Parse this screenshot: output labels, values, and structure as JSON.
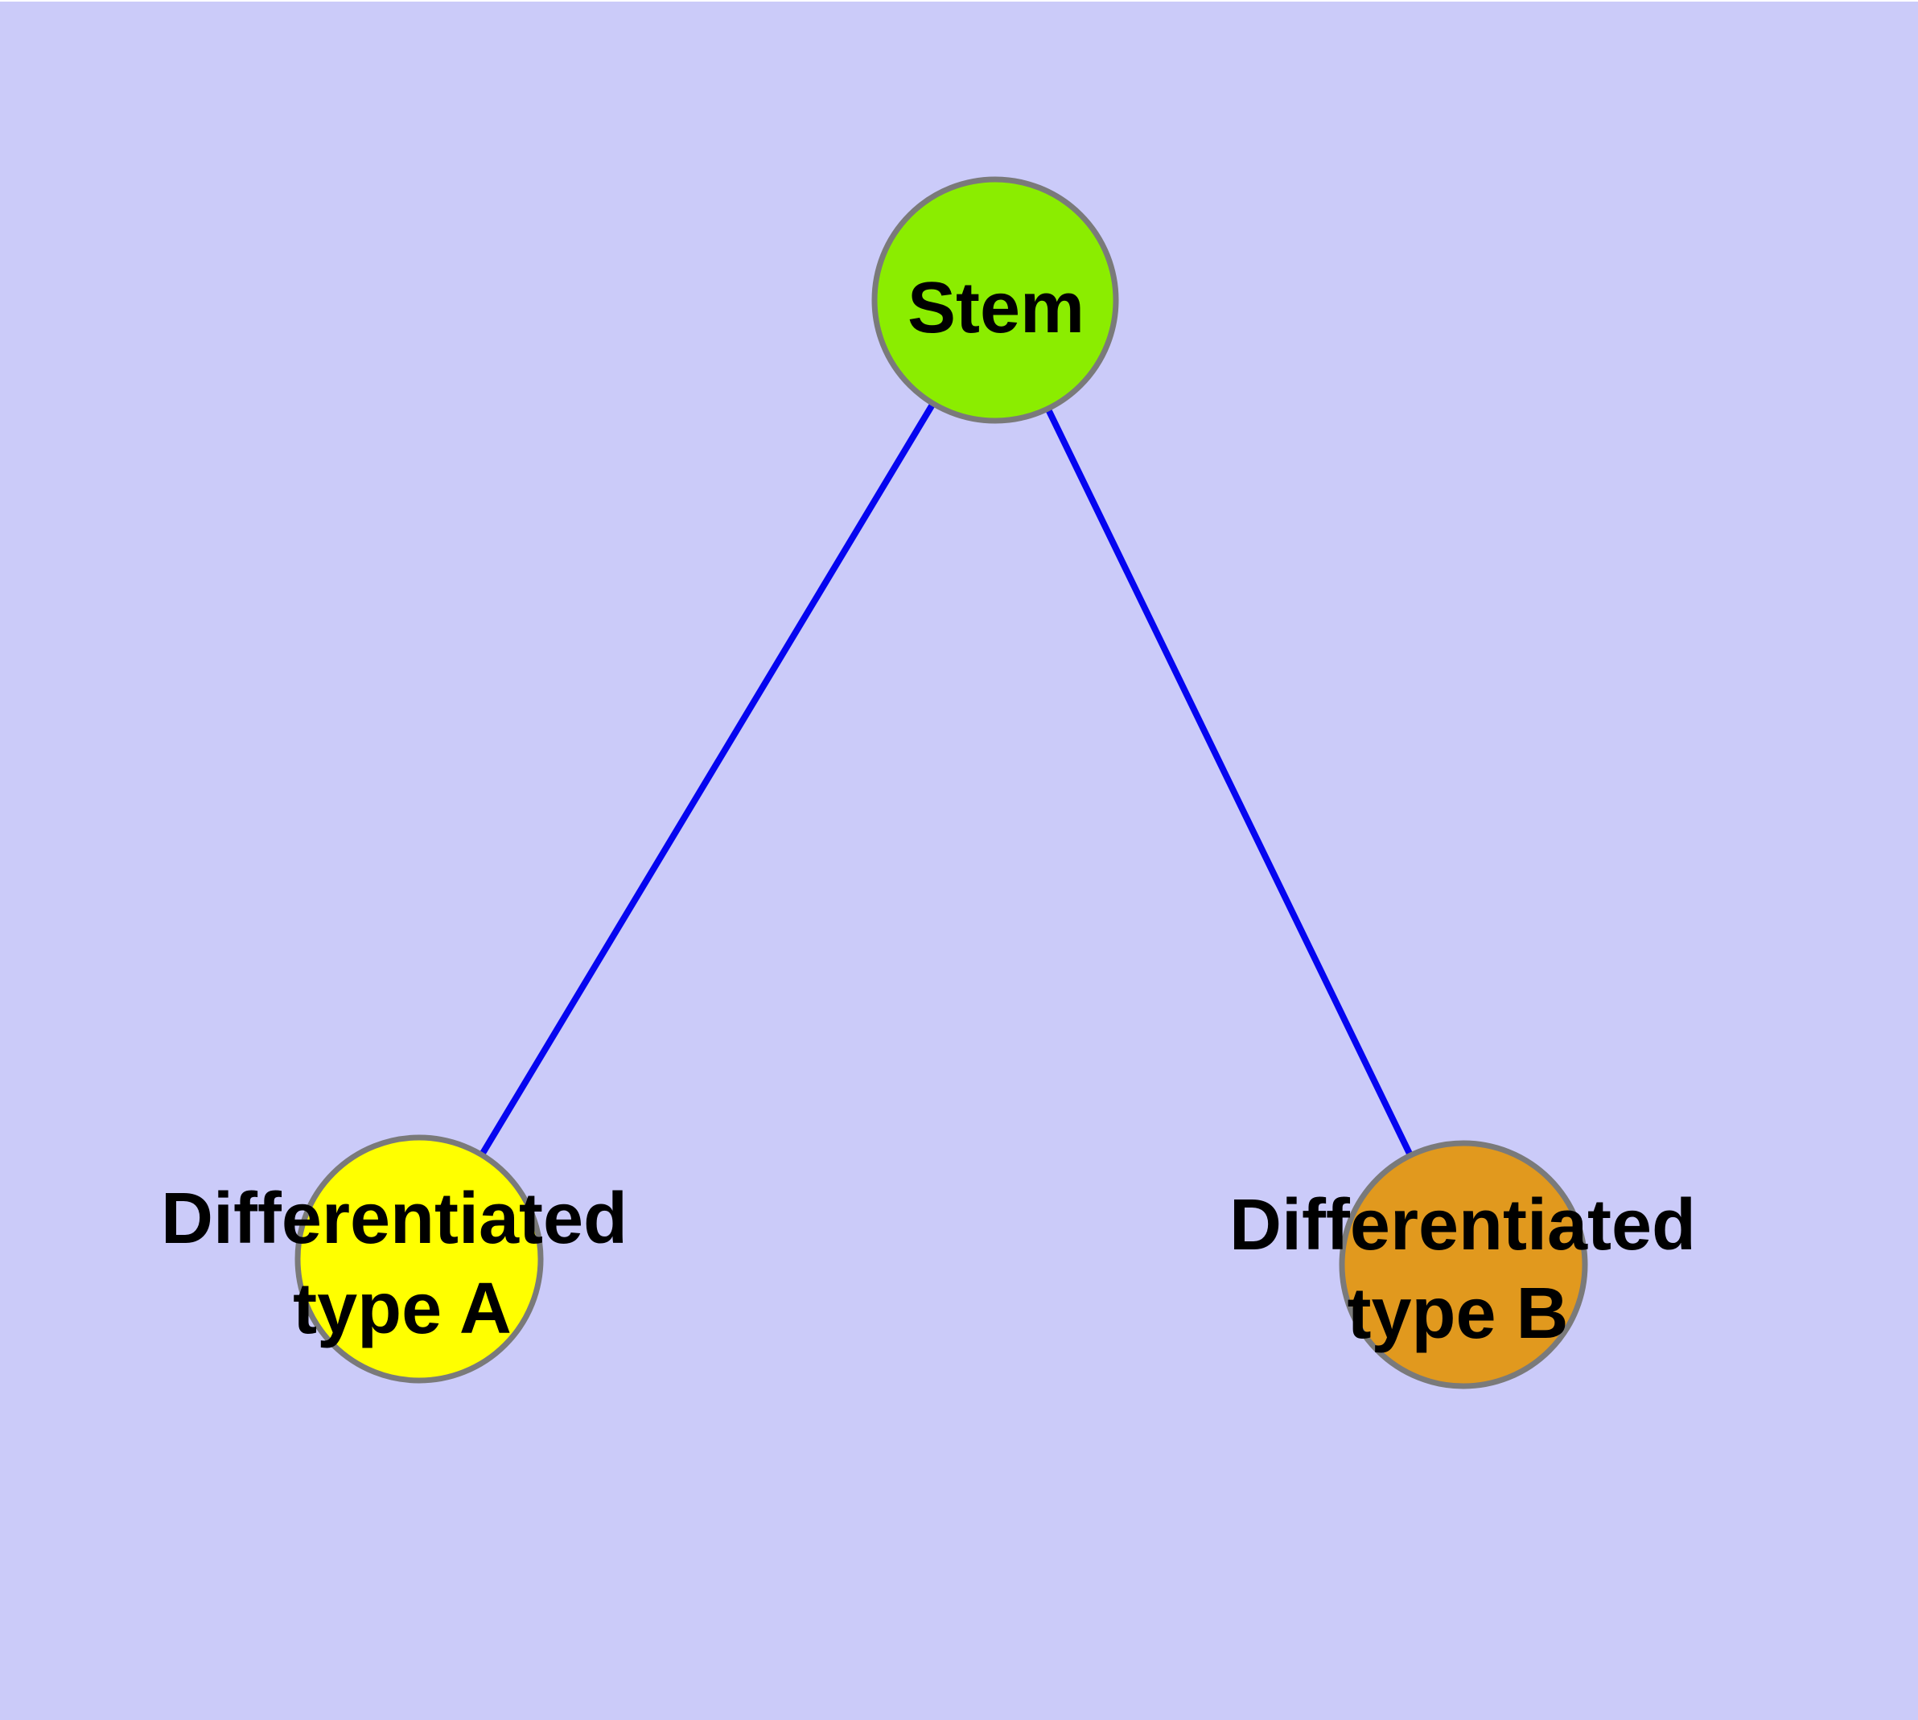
{
  "canvas": {
    "background_color": "#CBCBF9",
    "top_margin_color": "#FFFFFF"
  },
  "graph": {
    "edge_color": "#0505F0",
    "node_border_color": "#7A7A7A",
    "text_color": "#000000",
    "nodes": [
      {
        "id": "stem",
        "label": "Stem",
        "lines": [
          "Stem"
        ],
        "color": "#8BED00"
      },
      {
        "id": "differentiated-type-a",
        "label": "Differentiated type A",
        "lines": [
          "Differentiated",
          "type A"
        ],
        "color": "#FFFF00"
      },
      {
        "id": "differentiated-type-b",
        "label": "Differentiated type B",
        "lines": [
          "Differentiated",
          "type B"
        ],
        "color": "#E1991E"
      }
    ],
    "edges": [
      {
        "from": "Stem",
        "to": "Differentiated type A"
      },
      {
        "from": "Stem",
        "to": "Differentiated type B"
      }
    ]
  }
}
